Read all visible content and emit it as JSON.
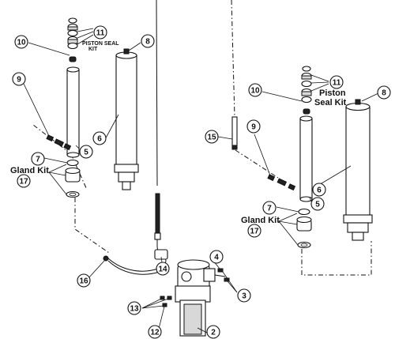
{
  "callouts": {
    "c2": "2",
    "c3": "3",
    "c4": "4",
    "c5_left": "5",
    "c5_right": "5",
    "c6_left": "6",
    "c6_right": "6",
    "c7_left": "7",
    "c7_right": "7",
    "c8_left": "8",
    "c8_right": "8",
    "c9_left": "9",
    "c9_right": "9",
    "c10_left": "10",
    "c10_right": "10",
    "c11_left": "11",
    "c11_right": "11",
    "c12": "12",
    "c13": "13",
    "c14": "14",
    "c15": "15",
    "c16": "16",
    "c17_left": "17",
    "c17_right": "17"
  },
  "labels": {
    "gland_kit_left": "Gland Kit",
    "gland_kit_right": "Gland Kit",
    "piston_seal_left_1": "PISTON SEAL",
    "piston_seal_left_2": "KIT",
    "piston_seal_right_1": "Piston",
    "piston_seal_right_2": "Seal Kit"
  }
}
